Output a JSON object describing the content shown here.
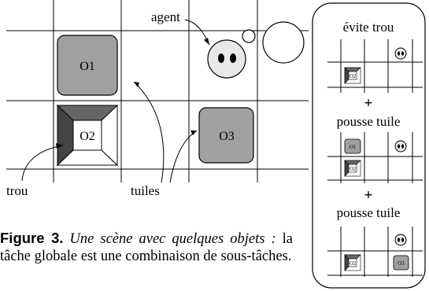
{
  "labels": {
    "agent": "agent",
    "trou": "trou",
    "tuiles": "tuiles",
    "o1": "O1",
    "o2": "O2",
    "o3": "O3"
  },
  "panel": {
    "step1": "évite trou",
    "plus1": "+",
    "step2": "pousse tuile",
    "plus2": "+",
    "step3": "pousse tuile",
    "o1_small": "O1",
    "o2_small_a": "O2",
    "o2_small_b": "O2",
    "o2_small_c": "O2",
    "o3_small": "O3"
  },
  "caption": {
    "figure_label": "Figure 3.",
    "italic_text": "Une scène avec quelques objets :",
    "body_text": "la tâche globale est une combinaison de sous-tâches."
  }
}
